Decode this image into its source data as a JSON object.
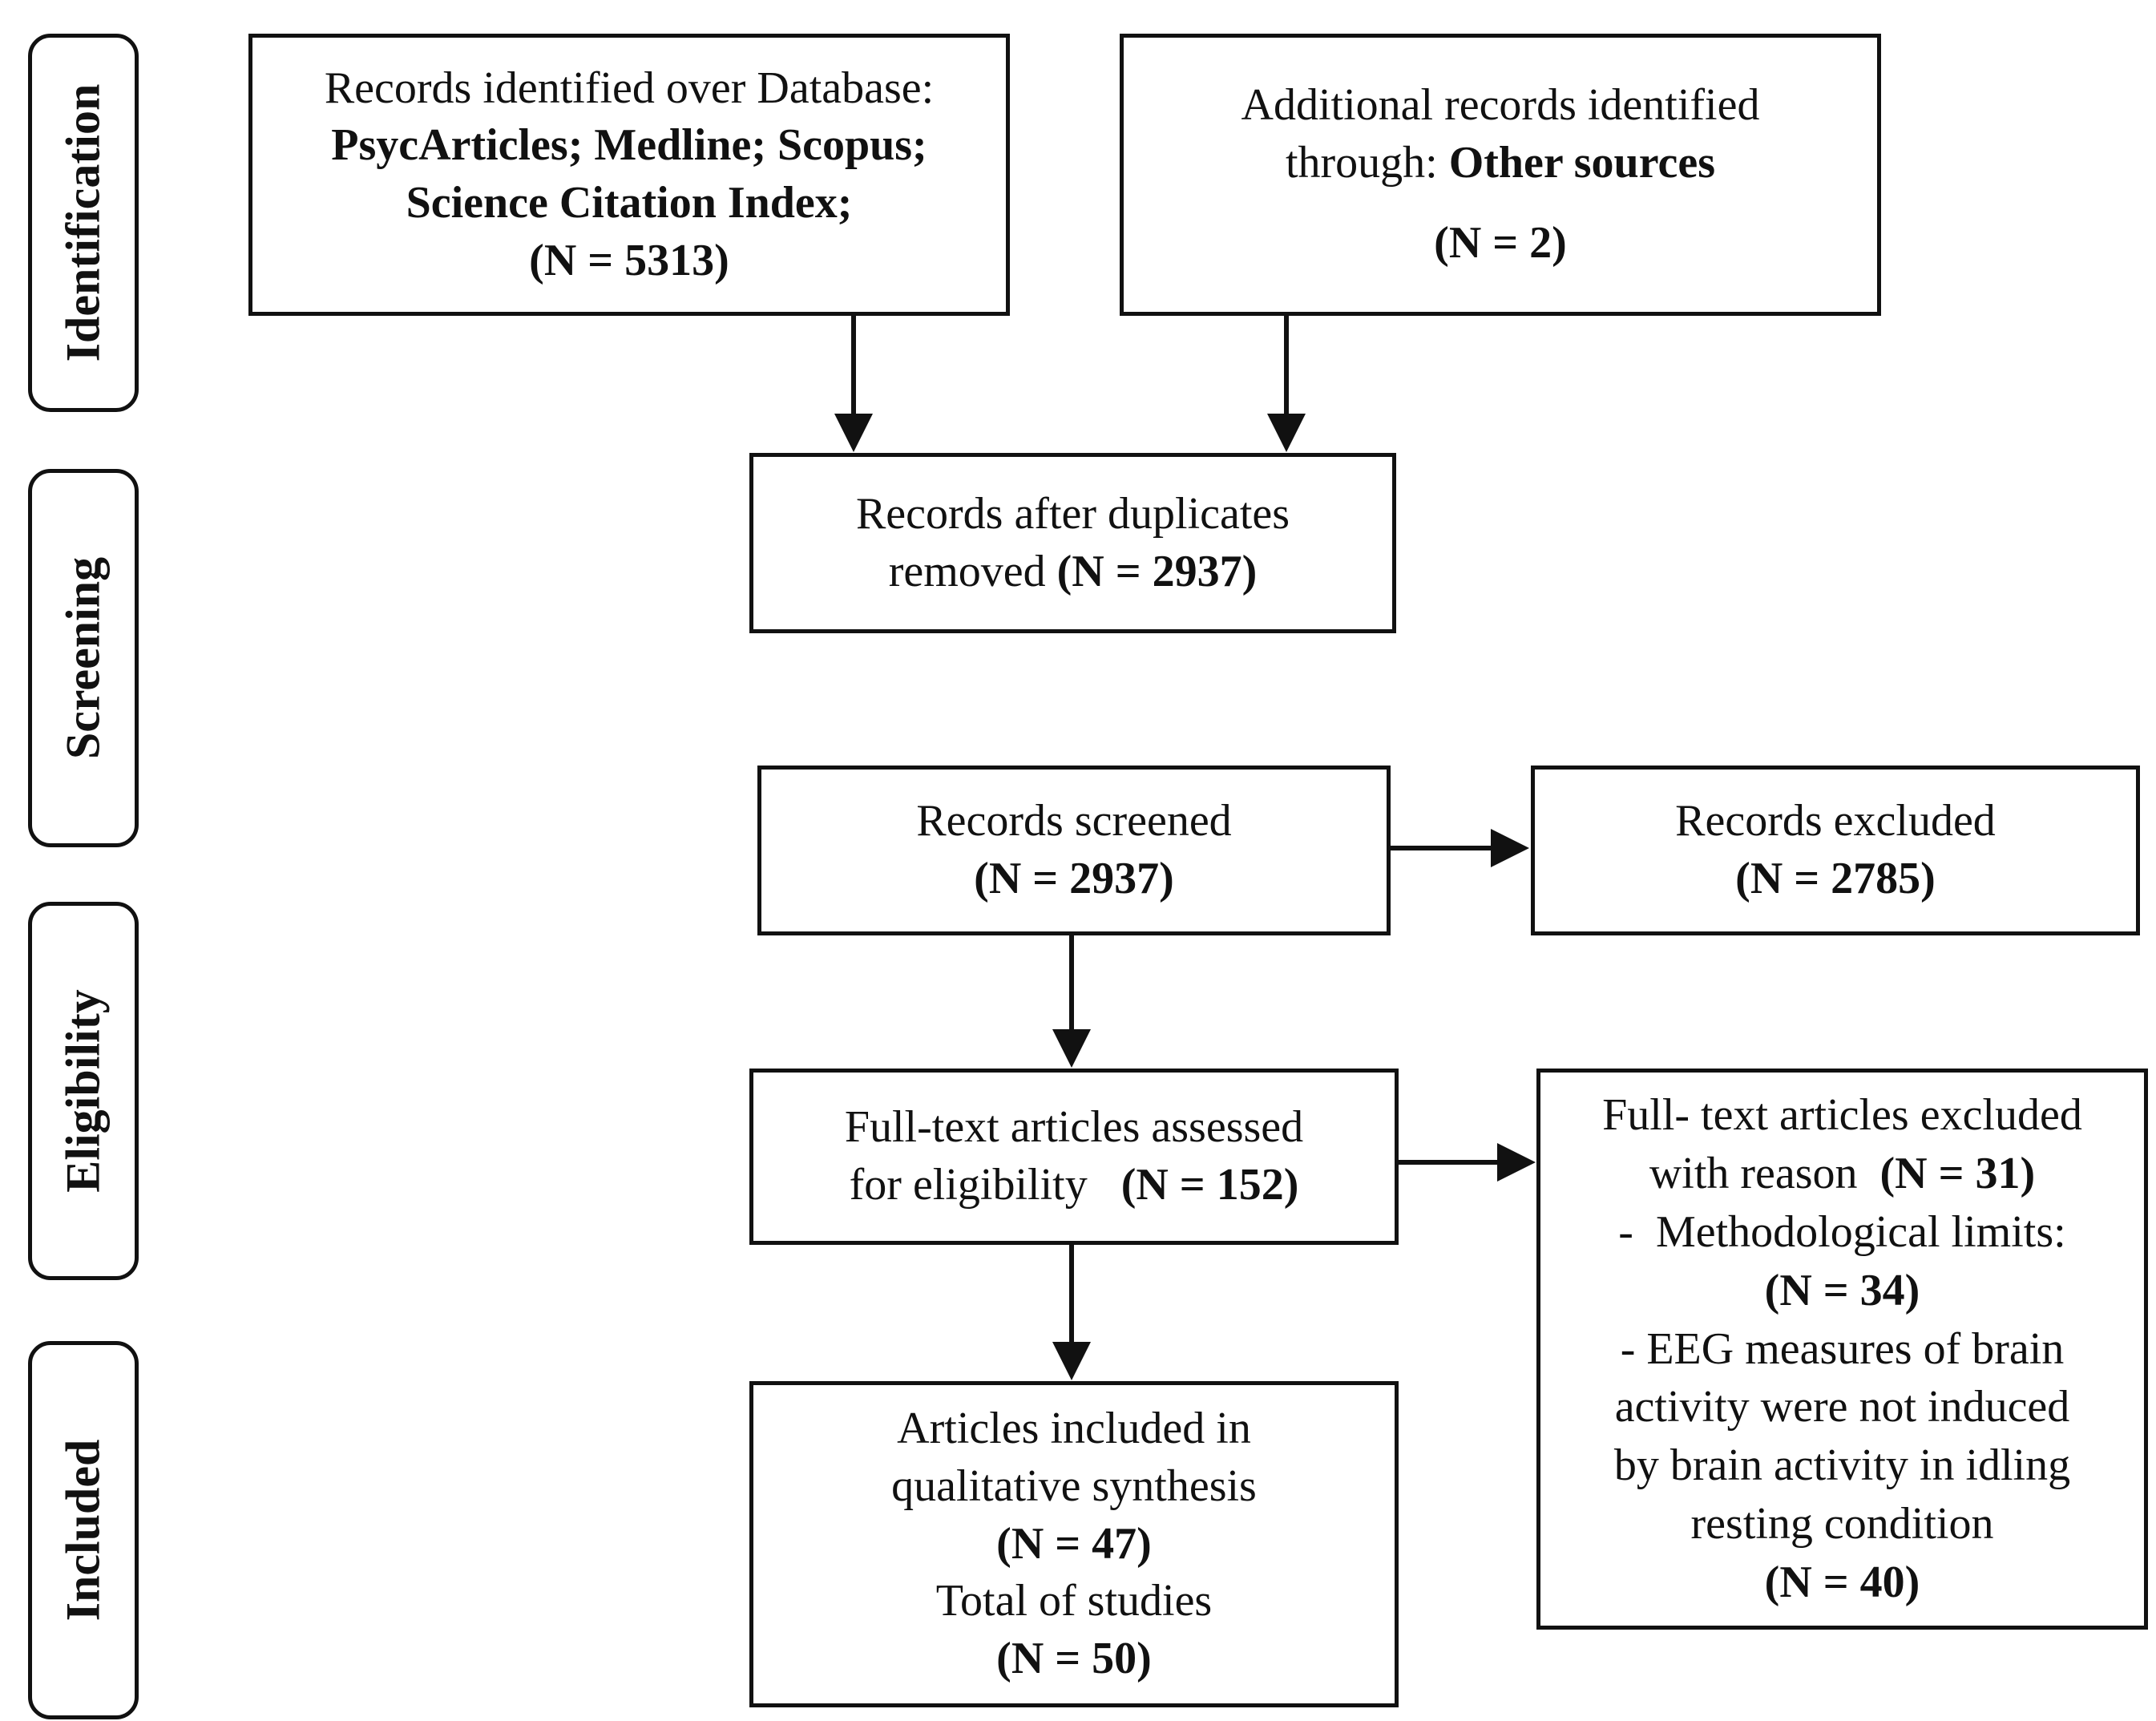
{
  "phases": {
    "identification": "Identification",
    "screening": "Screening",
    "eligibility": "Eligibility",
    "included": "Included"
  },
  "boxes": {
    "database": {
      "line1": "Records identified over Database:",
      "line2": "PsycArticles; Medline; Scopus;",
      "line3": "Science Citation Index;",
      "count": "(N =  5313)"
    },
    "other_sources": {
      "line1": "Additional records identified",
      "line2_prefix": "through: ",
      "line2_bold": "Other sources",
      "count": "(N = 2)"
    },
    "duplicates_removed": {
      "line1": "Records after duplicates",
      "line2_prefix": "removed ",
      "count": "(N = 2937)"
    },
    "screened": {
      "line1": "Records screened",
      "count": "(N = 2937)"
    },
    "excluded": {
      "line1": "Records excluded",
      "count": "(N =  2785)"
    },
    "full_text_assessed": {
      "line1": "Full-text articles assessed",
      "line2_prefix": "for eligibility   ",
      "count": "(N = 152)"
    },
    "full_text_excluded": {
      "line1": "Full- text articles excluded",
      "line2_prefix": "with reason  ",
      "count": "(N = 31)",
      "reason1": "-  Methodological limits:",
      "reason1_count": "(N = 34)",
      "reason2_line1": "- EEG measures of brain",
      "reason2_line2": "activity were not induced",
      "reason2_line3": "by brain activity in idling",
      "reason2_line4": "resting condition",
      "reason2_count": "(N = 40)"
    },
    "included": {
      "line1": "Articles included in",
      "line2": "qualitative synthesis",
      "count": "(N = 47)",
      "total_label": "Total of studies",
      "total_count": "(N = 50)"
    }
  }
}
